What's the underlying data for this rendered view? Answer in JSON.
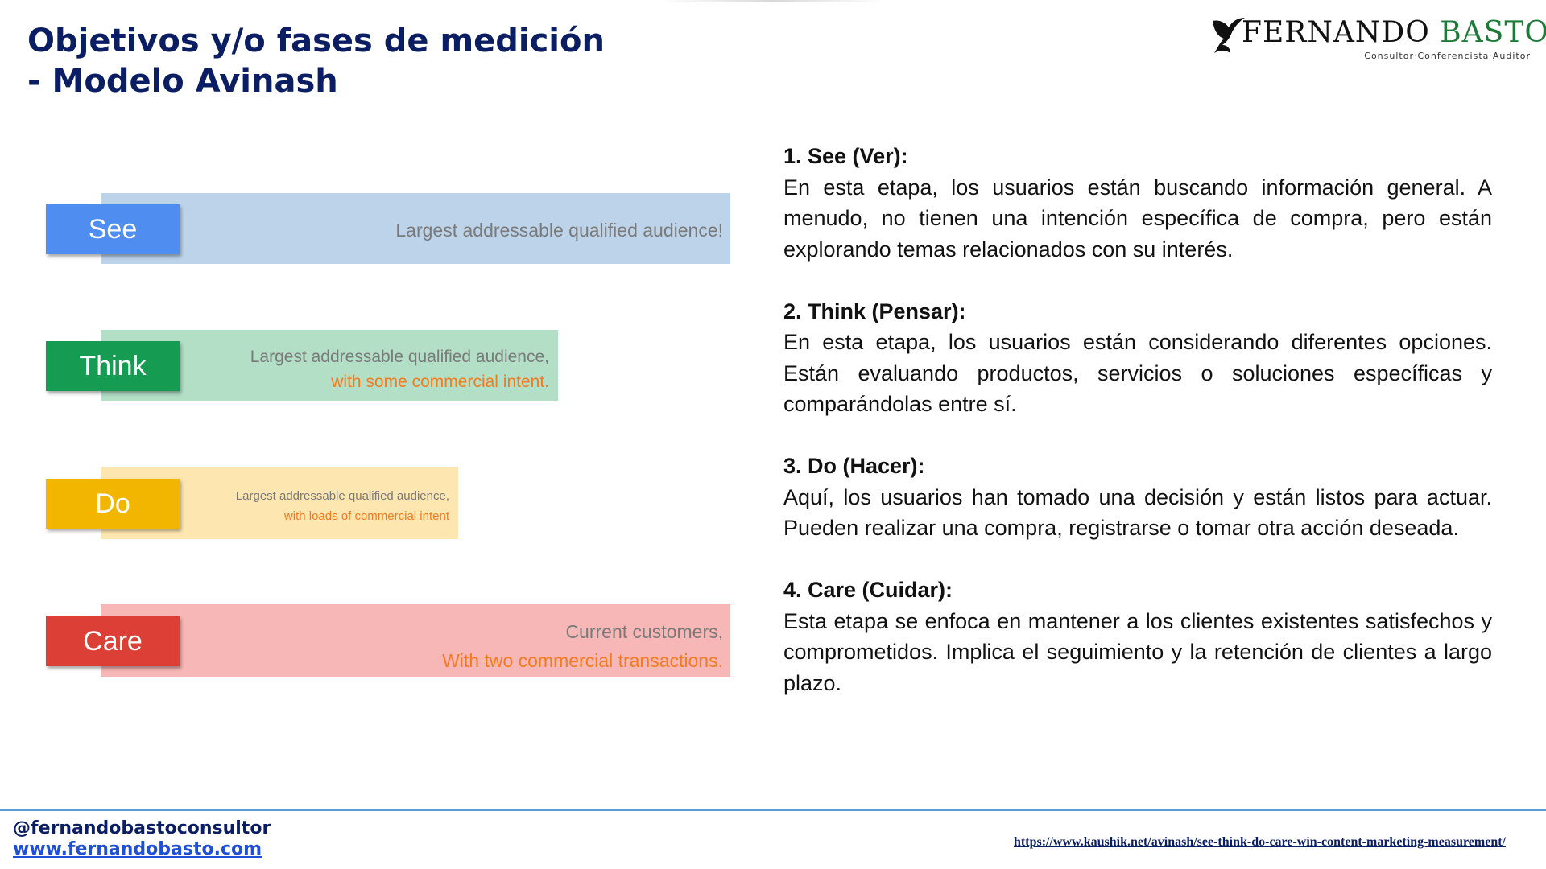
{
  "slide": {
    "title_line1": "Objetivos y/o fases de medición",
    "title_line2": "- Modelo Avinash"
  },
  "logo": {
    "name_part1": "FERNANDO",
    "name_part2": "BASTO",
    "tagline": "Consultor·Conferencista·Auditor",
    "icon": "bird-icon"
  },
  "stages": [
    {
      "label": "See",
      "color": "#4f8ef0",
      "band_color": "#bcd3ea",
      "text_line1": "Largest addressable qualified audience!",
      "text_line2": ""
    },
    {
      "label": "Think",
      "color": "#169b52",
      "band_color": "#b2dfc6",
      "text_line1": "Largest addressable qualified audience,",
      "text_line2": "with some commercial intent."
    },
    {
      "label": "Do",
      "color": "#f2b600",
      "band_color": "#fde6b0",
      "text_line1": "Largest addressable qualified audience,",
      "text_line2": "with loads of commercial intent"
    },
    {
      "label": "Care",
      "color": "#dc3f36",
      "band_color": "#f7b7b6",
      "text_line1": "Current customers,",
      "text_line2": "With two commercial transactions."
    }
  ],
  "accent_text_color": "#f47a20",
  "descriptions": [
    {
      "heading": "1. See (Ver):",
      "body": "En esta etapa, los usuarios están buscando información general. A menudo, no tienen una intención específica de compra, pero están explorando temas relacionados con su interés."
    },
    {
      "heading": "2. Think (Pensar):",
      "body": "En esta etapa, los usuarios están considerando diferentes opciones. Están evaluando productos, servicios o soluciones específicas y comparándolas entre sí."
    },
    {
      "heading": "3. Do (Hacer):",
      "body": "Aquí, los usuarios han tomado una decisión y están listos para actuar. Pueden realizar una compra, registrarse o tomar otra acción deseada."
    },
    {
      "heading": "4. Care (Cuidar):",
      "body": "Esta etapa se enfoca en mantener a los clientes existentes satisfechos y comprometidos. Implica el seguimiento y la retención de clientes a largo plazo."
    }
  ],
  "footer": {
    "handle": "@fernandobastoconsultor",
    "website": "www.fernandobasto.com",
    "source_url": "https://www.kaushik.net/avinash/see-think-do-care-win-content-marketing-measurement/"
  }
}
